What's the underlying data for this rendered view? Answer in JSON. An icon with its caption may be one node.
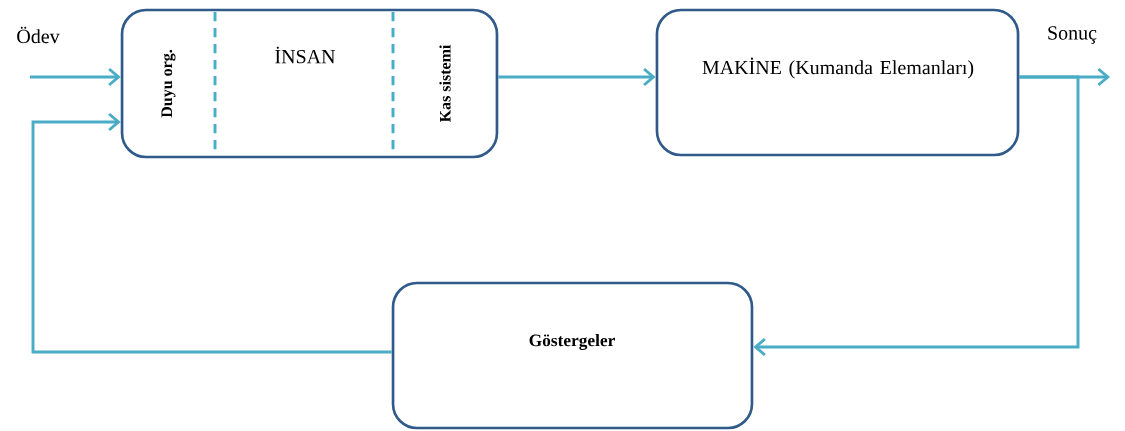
{
  "diagram": {
    "nodes": [
      {
        "text": [
          "İNSAN"
        ]
      },
      {
        "text": [
          "Duyu org."
        ],
        "in": 0
      },
      {
        "text": [
          "Kas sistemi"
        ],
        "in": 0
      },
      {
        "text": [
          "MAKİNE (Kumanda Elemanları)"
        ]
      },
      {
        "text": [
          "Göstergeler"
        ]
      }
    ],
    "edges": [
      {
        "from": null,
        "to": 0,
        "arrow": "to"
      },
      {
        "from": 0,
        "to": 3,
        "arrow": "to"
      },
      {
        "from": 3,
        "to": null,
        "arrow": "to"
      },
      {
        "from": 3,
        "to": 4,
        "arrow": "to"
      },
      {
        "from": 4,
        "to": 0,
        "arrow": "to"
      }
    ],
    "labels": [
      "Ödev",
      "Sonuç"
    ]
  }
}
